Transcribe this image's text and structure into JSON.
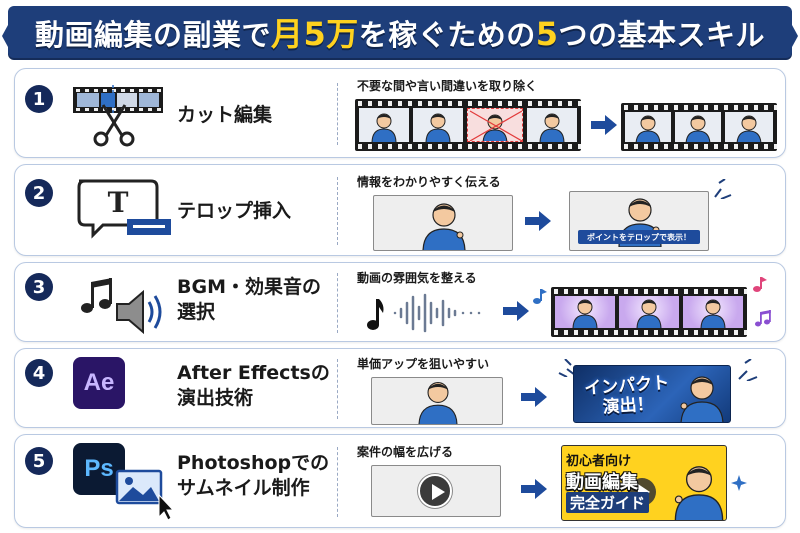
{
  "title": {
    "part1": "動画編集の副業で",
    "highlight1": "月5万",
    "part2": "を稼ぐための",
    "highlight2": "5",
    "part3": "つの基本スキル"
  },
  "skills": [
    {
      "number": "1",
      "label": "カット編集",
      "caption": "不要な間や言い間違いを取り除く",
      "icon": "scissors-film-icon"
    },
    {
      "number": "2",
      "label": "テロップ挿入",
      "caption": "情報をわかりやすく伝える",
      "icon": "text-caption-icon",
      "subtitle": "ポイントをテロップで表示！"
    },
    {
      "number": "3",
      "label": "BGM・効果音の選択",
      "caption": "動画の雰囲気を整える",
      "icon": "music-speaker-icon"
    },
    {
      "number": "4",
      "label": "After Effectsの演出技術",
      "caption": "単価アップを狙いやすい",
      "icon": "after-effects-icon",
      "app_abbr": "Ae",
      "impact_text": "インパクト演出！"
    },
    {
      "number": "5",
      "label": "Photoshopでのサムネイル制作",
      "caption": "案件の幅を広げる",
      "icon": "photoshop-icon",
      "app_abbr": "Ps",
      "thumbnail": {
        "line1": "初心者向け",
        "line2": "動画編集",
        "line3": "完全ガイド"
      }
    }
  ],
  "colors": {
    "navy": "#1e3e7a",
    "accent_yellow": "#ffd21f",
    "arrow_blue": "#1e4b9c",
    "ae_purple": "#2a1566",
    "ps_blue": "#0b1a33"
  }
}
